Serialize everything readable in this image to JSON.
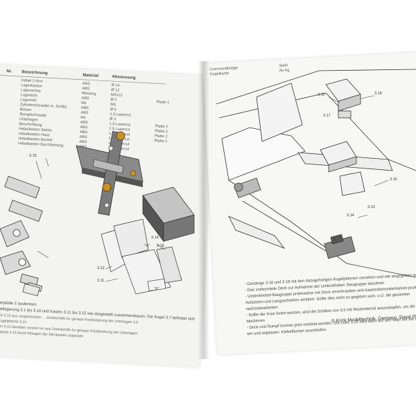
{
  "left_page": {
    "parts_header": [
      "Nr.",
      "Bezeichnung",
      "Material",
      "Abmessung"
    ],
    "parts_list": [
      "Hebel 2-Arm",
      "Lagerkasten",
      "Lagerachse",
      "Lagerloch",
      "Lagerrohr",
      "Zylinderschraube m. Schlitz",
      "Bolzen",
      "Rumpfschraube",
      "Unterlagen",
      "Beschichtung",
      "Hebelkasten Seiten",
      "Hebelkasten Haus",
      "Hebelkasten Deckel",
      "Hebelkasten Durchfuhrung"
    ],
    "materials": [
      "ABS",
      "ABS",
      "Messing",
      "ABS",
      "Ms",
      "ABS",
      "ABS",
      "Ms",
      "ABS",
      "ABS",
      "ABS",
      "ABS",
      "ABS",
      "ABS"
    ],
    "dims": [
      "Ø 14",
      "Ø 12",
      "M3x12",
      "Ø 4",
      "M3",
      "Ø 6",
      "1.5 Lasercut",
      "Ø 3",
      "1.5 Lasercut",
      "1.5 Lasercut",
      "1.5 Lasercut",
      "1.5 Lasercut",
      "1.5 Lasercut",
      "1.5 Lasercut"
    ],
    "refs": [
      "Platte 1",
      "Platte 2",
      "Platte 2",
      "Platte 2",
      "Platte 2"
    ],
    "labels": [
      "3.15",
      "3.14",
      "3.15",
      "3.12",
      "3.11",
      "\"X\"",
      "\"X\""
    ],
    "notes": [
      "... Laserplatte 2 ausfennen.",
      "... Hebellagerung 3.1 bis 3.10 und Kasten 3.11 bis 3.15 wie dargestellt zusammenbauen. Die Kugel 3.7 befindet sich",
      "... 3.9 bis 3.10 aus vorgedruckten ... Zentrierhilfe fur genaue Positionierung der Unterlagen 3.9",
      "... der Kugelpfanne 3.19",
      "... Kasten 3.12 daneben vorerst nur aus Zentrierhilfe fur genaue Positionierung der Unterlagen",
      "... \"X\" Kasten 3.15 durch Absagen der Stirnkanten anpassen"
    ]
  },
  "right_page": {
    "top_lines": [
      "Commandbridge",
      "Kugelkante",
      "Stahl",
      "Au Ag"
    ],
    "labels": [
      "3.16",
      "3.18",
      "3.17",
      "3.14",
      "3.13",
      "3.15"
    ],
    "notes": [
      "- Gestange 3.16 und 3.18 mit den dazugehorigen Kugelpfannen versehen und wie angegeben auf Mal",
      "- Das vorbereitete Deck zur Aufnahme der Umlenkhebel- Baugruppe absohren",
      "- Umlenkhebel-Baugruppe probeweise mit Deck verschrauben und Kastendemontierbarkeit prufen. N",
      "  Aufsetzen und Langsschieben arretiert. Sollte dies nicht so gegeben sein, u.U. die gesamten",
      "  nachzubearbeiten",
      "- Sollte der Kran fixiert werden, sind die Schlitze von 3.5 mit Restmaterial auszustopfen, um die Beweg",
      "  blockieren",
      "- Deck und Rumpf konnen jetzt verklebt werden. Die Luke 3.15 wird dann auf den Kopf auf die Arbeitspla",
      "  ten und anpassen. Klebeflachen anschleifen."
    ],
    "footer": "© Krick Modelltechnik, Germany, Stand 09.12.201"
  },
  "colors": {
    "paper_left": "#f3f3f1",
    "paper_right": "#f7f7f5",
    "line": "#333333",
    "part_gray": "#8a8a8a",
    "part_dark": "#555555",
    "brass": "#c8902c"
  }
}
